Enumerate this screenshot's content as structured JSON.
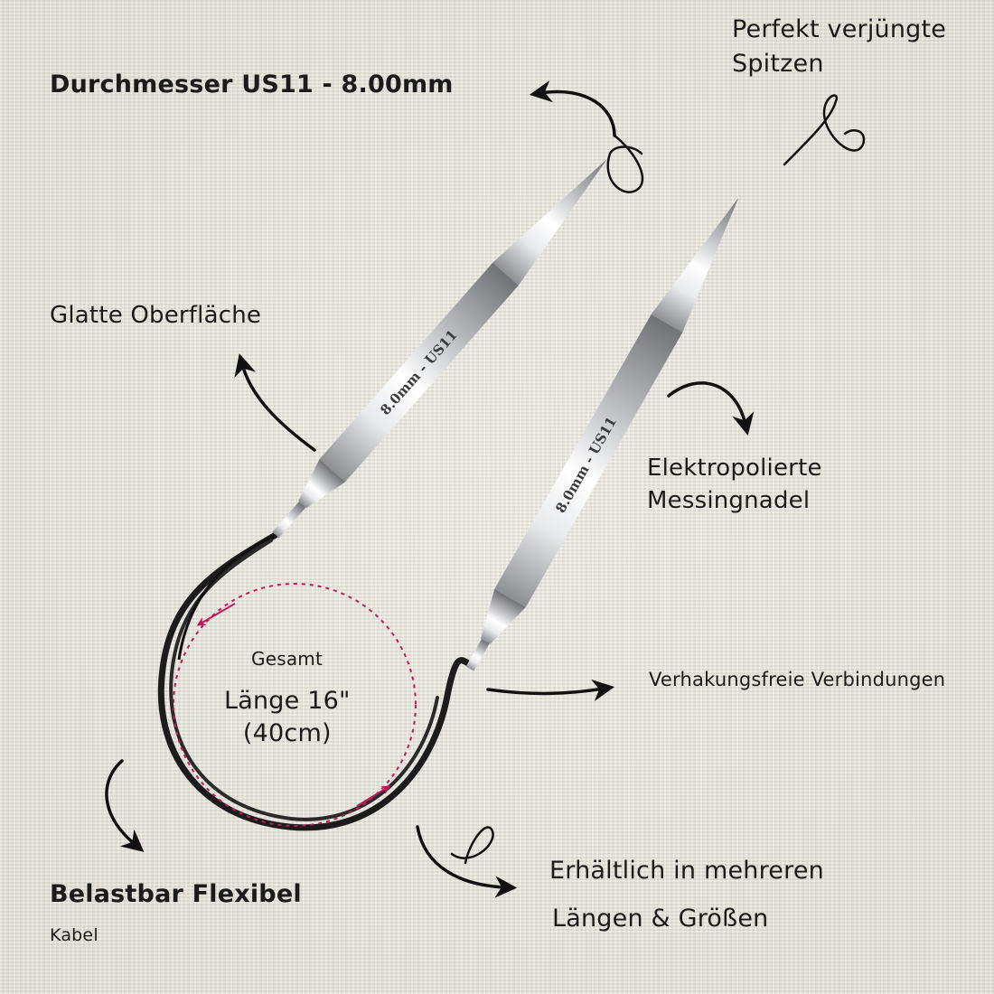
{
  "labels": {
    "diameter": "Durchmesser US11 - 8.00mm",
    "tips_line1": "Perfekt verjüngte",
    "tips_line2": "Spitzen",
    "surface": "Glatte Oberfläche",
    "brass_line1": "Elektropolierte",
    "brass_line2": "Messingnadel",
    "joins": "Verhakungsfreie Verbindungen",
    "total": "Gesamt",
    "length_line1": "Länge 16\"",
    "length_line2": "(40cm)",
    "available_line1": "Erhältlich in mehreren",
    "available_line2": "Längen & Größen",
    "flexible": "Belastbar Flexibel",
    "cable": "Kabel"
  },
  "needle_stamp": "8.0mm - US11",
  "colors": {
    "background": "#e8e6dc",
    "text": "#1b1b1b",
    "cable": "#1a1a1a",
    "needle": "#c9cacc",
    "dotted_circle": "#c2185b",
    "arrows": "#111111"
  }
}
